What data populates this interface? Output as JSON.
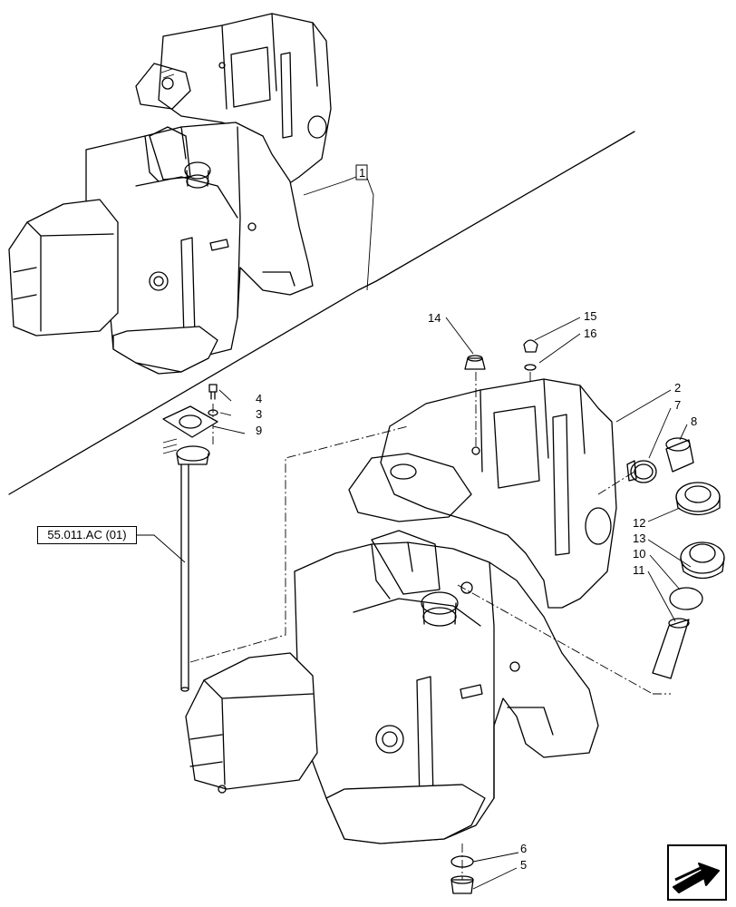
{
  "reference_label": "55.011.AC (01)",
  "inset_callout": "1",
  "callouts": {
    "c2": "2",
    "c3": "3",
    "c4": "4",
    "c5": "5",
    "c6": "6",
    "c7": "7",
    "c8": "8",
    "c9": "9",
    "c10": "10",
    "c11": "11",
    "c12": "12",
    "c13": "13",
    "c14": "14",
    "c15": "15",
    "c16": "16"
  },
  "nav_icon": "next-page-arrow-icon"
}
